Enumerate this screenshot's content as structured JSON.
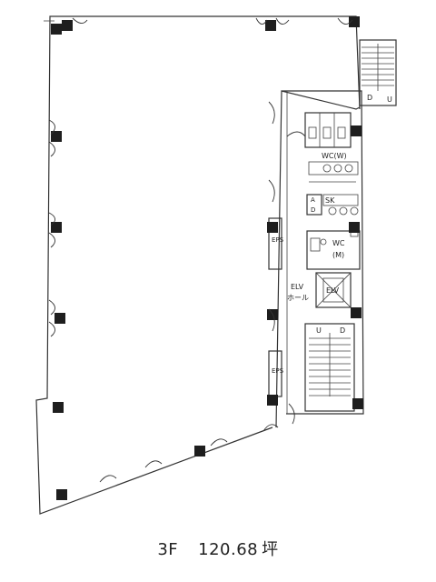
{
  "rooms": {
    "wc_w": "WC(W)",
    "sk": "SK",
    "ad_a": "A",
    "ad_d": "D",
    "wc_m_1": "WC",
    "wc_m_2": "(M)",
    "eps_1": "EPS",
    "eps_2": "EPS",
    "elv_hall_1": "ELV",
    "elv_hall_2": "ホール",
    "elv": "ELV"
  },
  "stairs": {
    "upper_d": "D",
    "upper_u": "U",
    "lower_u": "U",
    "lower_d": "D"
  },
  "caption": {
    "floor": "3F",
    "area": "120.68",
    "unit": "坪"
  }
}
